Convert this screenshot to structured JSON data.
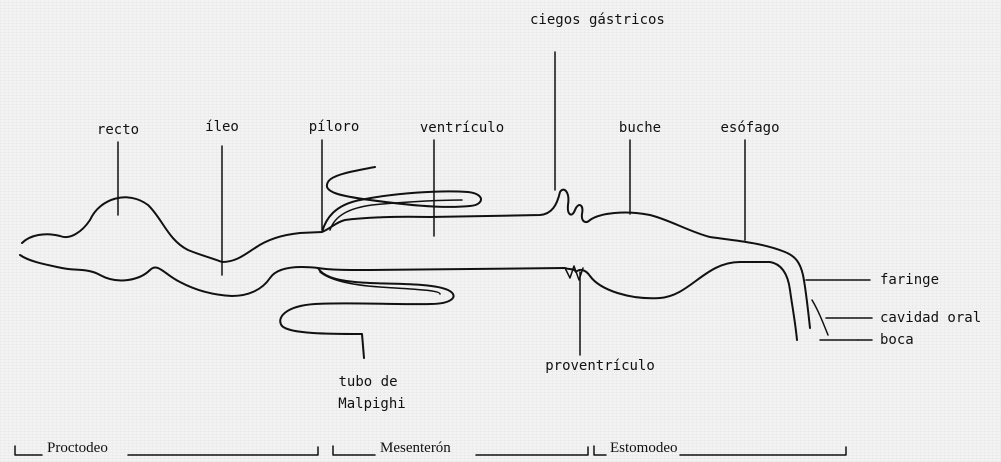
{
  "labels": {
    "ciegos_gastricos": "ciegos gástricos",
    "recto": "recto",
    "ileo": "íleo",
    "piloro": "píloro",
    "ventriculo": "ventrículo",
    "buche": "buche",
    "esofago": "esófago",
    "faringe": "faringe",
    "cavidad_oral": "cavidad oral",
    "boca": "boca",
    "proventriculo": "proventrículo",
    "tubo_de": "tubo de",
    "malpighi": "Malpighi"
  },
  "regions": {
    "proctodeo": "Proctodeo",
    "mesenteron": "Mesenterón",
    "estomodeo": "Estomodeo"
  }
}
